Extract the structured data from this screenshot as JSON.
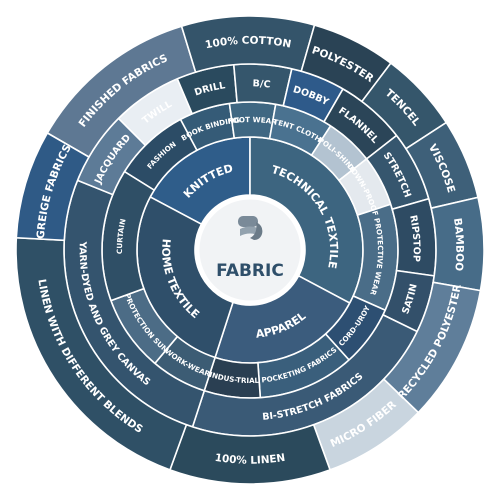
{
  "center": {
    "label": "FABRIC",
    "logo_icon": "fabric-roll-logo-icon"
  },
  "rings": {
    "inner": [
      {
        "label": "KNITTED",
        "color": "#2f5d8a"
      },
      {
        "label": "TECHNICAL TEXTILE",
        "color": "#3d6580"
      },
      {
        "label": "APPAREL",
        "color": "#3b5c7d"
      },
      {
        "label": "HOME TEXTILE",
        "color": "#2f4f6a"
      }
    ],
    "middle": [
      {
        "label": "FASHION",
        "color": "#2c4c66"
      },
      {
        "label": "BOOK BINDING",
        "color": "#355b77"
      },
      {
        "label": "FOOT WEAR",
        "color": "#3f6782"
      },
      {
        "label": "TENT CLOTH",
        "color": "#4a7290"
      },
      {
        "label": "POLI-SHING",
        "color": "#b3c3d1"
      },
      {
        "label": "DOWN-PROOF",
        "color": "#e4e9ee"
      },
      {
        "label": "PROTECTIVE WEAR",
        "color": "#4a6d88"
      },
      {
        "label": "CORD-UROY",
        "color": "#2d4f72"
      },
      {
        "label": "POCKETING FABRICS",
        "color": "#3a5f7c"
      },
      {
        "label": "INDUS-TRIAL",
        "color": "#2a3f52"
      },
      {
        "label": "WORK-WEAR",
        "color": "#3c5c74"
      },
      {
        "label": "PROTECTION SUN",
        "color": "#4c6c86"
      },
      {
        "label": "CURTAIN",
        "color": "#2f4f66"
      }
    ],
    "third": [
      {
        "label": "TWILL",
        "color": "#e9eef3"
      },
      {
        "label": "DRILL",
        "color": "#2a4a5e"
      },
      {
        "label": "B/C",
        "color": "#35566c"
      },
      {
        "label": "DOBBY",
        "color": "#2e5a8a"
      },
      {
        "label": "FLANNEL",
        "color": "#2b4558"
      },
      {
        "label": "STRETCH",
        "color": "#36566e"
      },
      {
        "label": "RIPSTOP",
        "color": "#2e4b63"
      },
      {
        "label": "SATIN",
        "color": "#33506a"
      },
      {
        "label": "BI-STRETCH FABRICS",
        "color": "#3a5a76"
      },
      {
        "label": "YARN-DYED AND GREY CANVAS",
        "color": "#34546e"
      },
      {
        "label": "JACQUARD",
        "color": "#5d7b97"
      }
    ],
    "outer": [
      {
        "label": "FINISHED FABRICS",
        "color": "#5e7893"
      },
      {
        "label": "100% COTTON",
        "color": "#34546a"
      },
      {
        "label": "POLYESTER",
        "color": "#2a4355"
      },
      {
        "label": "TENCEL",
        "color": "#35566b"
      },
      {
        "label": "VISCOSE",
        "color": "#3e6079"
      },
      {
        "label": "BAMBOO",
        "color": "#476c88"
      },
      {
        "label": "RECYCLED POLYESTER",
        "color": "#5f7e9a"
      },
      {
        "label": "MICRO FIBER",
        "color": "#c9d5df"
      },
      {
        "label": "100% LINEN",
        "color": "#2b4a5c"
      },
      {
        "label": "LINEN WITH DIFFERENT BLENDS",
        "color": "#2f5066"
      },
      {
        "label": "GREIGE FABRICS",
        "color": "#2f5a86"
      }
    ]
  }
}
